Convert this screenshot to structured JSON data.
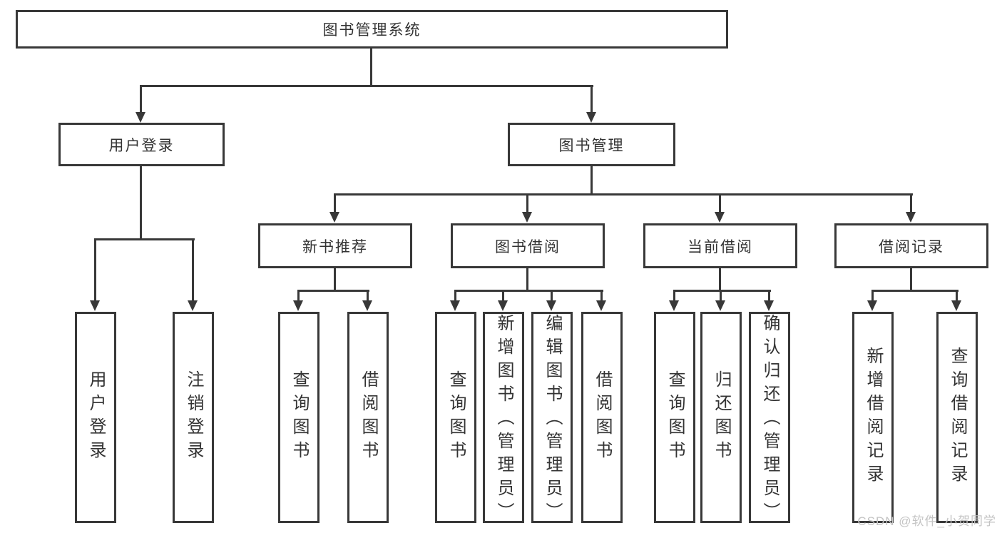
{
  "tree": {
    "root": "图书管理系统",
    "level2": [
      {
        "label": "用户登录",
        "children": [
          "用户登录",
          "注销登录"
        ]
      },
      {
        "label": "图书管理",
        "children": [
          {
            "label": "新书推荐",
            "children": [
              "查询图书",
              "借阅图书"
            ]
          },
          {
            "label": "图书借阅",
            "children": [
              "查询图书",
              "新增图书（管理员）",
              "编辑图书（管理员）",
              "借阅图书"
            ]
          },
          {
            "label": "当前借阅",
            "children": [
              "查询图书",
              "归还图书",
              "确认归还（管理员）"
            ]
          },
          {
            "label": "借阅记录",
            "children": [
              "新增借阅记录",
              "查询借阅记录"
            ]
          }
        ]
      }
    ]
  },
  "watermark": {
    "text": "CSDN @软件_小贺同学"
  },
  "colors": {
    "line": "#383838",
    "text": "#333333",
    "background": "#ffffff",
    "watermark": "#c4c4c4"
  }
}
